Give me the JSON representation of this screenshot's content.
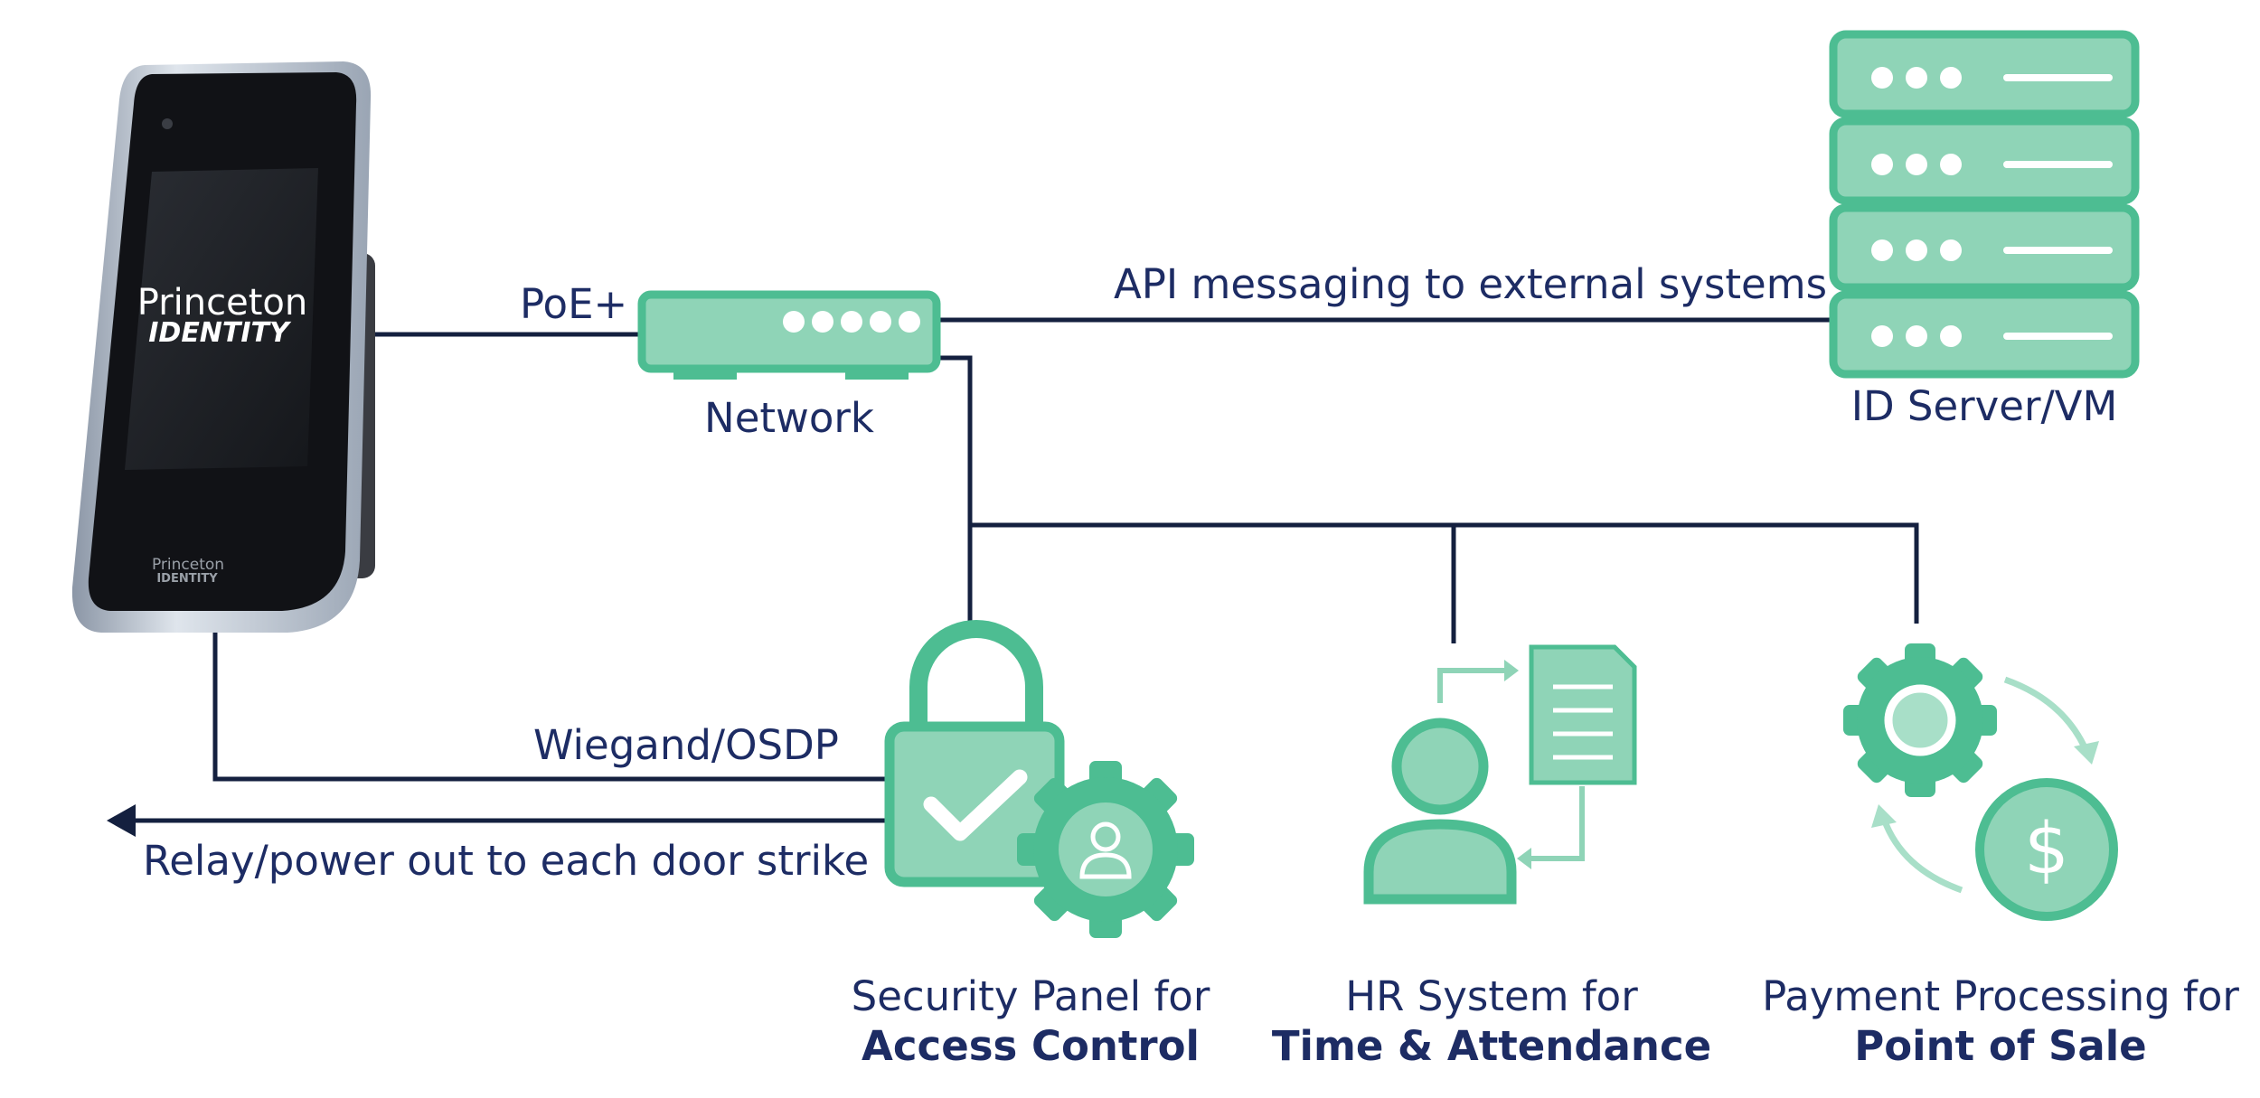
{
  "colors": {
    "accent": "#4dbd92",
    "accent_light": "#8fd4b7",
    "accent_pale": "#a8dfc8",
    "line": "#14203f",
    "text": "#1d2c64"
  },
  "device": {
    "logo_line1": "Princeton",
    "logo_line2": "IDENTITY",
    "small_logo_line1": "Princeton",
    "small_logo_line2": "IDENTITY"
  },
  "connections": {
    "poe": "PoE+",
    "api": "API messaging to external systems",
    "wiegand": "Wiegand/OSDP",
    "relay": "Relay/power out to each door strike"
  },
  "network": {
    "label": "Network"
  },
  "server": {
    "label": "ID Server/VM"
  },
  "systems": [
    {
      "line1": "Security Panel for",
      "line2": "Access Control",
      "icon": "lock-gear-icon"
    },
    {
      "line1": "HR System for",
      "line2": "Time & Attendance",
      "icon": "person-document-icon"
    },
    {
      "line1": "Payment Processing for",
      "line2": "Point of Sale",
      "icon": "gear-dollar-icon"
    }
  ]
}
